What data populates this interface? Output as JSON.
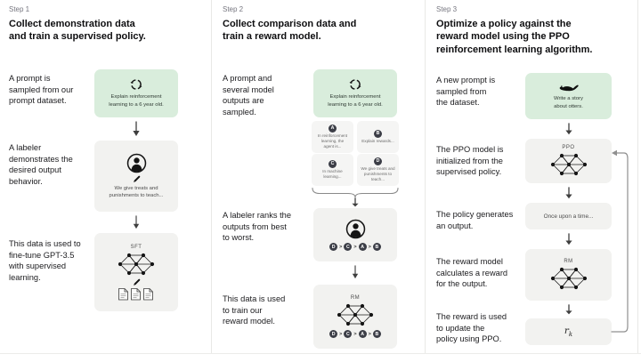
{
  "colors": {
    "prompt_box_green": "#d9eddc",
    "model_box_gray": "#f2f2f0",
    "badge_dark": "#3c3e47",
    "heading_text": "#0e0e10",
    "divider": "#e8e8e6"
  },
  "icons": {
    "prompt_sampling": "cycle-icon",
    "labeler": "person-icon",
    "writing": "pencil-icon",
    "model": "neural-network-icon",
    "training_data": "documents-icon",
    "otter_prompt": "otter-icon",
    "flow": "down-arrow-icon",
    "loop": "feedback-loop-arrow-icon"
  },
  "steps": [
    {
      "label": "Step 1",
      "heading": "Collect demonstration data\nand train a supervised policy.",
      "captions": {
        "prompt": "A prompt is\nsampled from our\nprompt dataset.",
        "labeler": "A labeler\ndemonstrates the\ndesired output\nbehavior.",
        "finetune": "This data is used to\nfine-tune GPT-3.5\nwith supervised\nlearning."
      },
      "box": {
        "prompt_text": "Explain reinforcement\nlearning to a 6 year old.",
        "labeler_note": "We give treats and\npunishments to teach...",
        "model_label": "SFT"
      }
    },
    {
      "label": "Step 2",
      "heading": "Collect comparison data and\ntrain a reward model.",
      "captions": {
        "prompt": "A prompt and\nseveral model\noutputs are\nsampled.",
        "rank": "A labeler ranks the\noutputs from best\nto worst.",
        "train": "This data is used\nto train our\nreward model."
      },
      "box": {
        "prompt_text": "Explain reinforcement\nlearning to a 6 year old.",
        "outputs": [
          {
            "letter": "A",
            "text": "In reinforcement\nlearning, the\nagent is..."
          },
          {
            "letter": "B",
            "text": "Explain rewards..."
          },
          {
            "letter": "C",
            "text": "In machine\nlearning..."
          },
          {
            "letter": "D",
            "text": "We give treats and\npunishments to\nteach..."
          }
        ],
        "ranking": [
          "D",
          "C",
          "A",
          "B"
        ],
        "ranking_separator": ">",
        "model_label": "RM"
      }
    },
    {
      "label": "Step 3",
      "heading": "Optimize a policy against the\nreward model using the PPO\nreinforcement learning algorithm.",
      "captions": {
        "prompt": "A new prompt is\nsampled from\nthe dataset.",
        "init": "The PPO model is\ninitialized from the\nsupervised policy.",
        "output": "The policy generates\nan output.",
        "reward": "The reward model\ncalculates a reward\nfor the output.",
        "update": "The reward is used\nto update the\npolicy using PPO."
      },
      "box": {
        "prompt_text": "Write a story\nabout otters.",
        "policy_label": "PPO",
        "output_text": "Once upon a time...",
        "model_label": "RM",
        "reward_main": "r",
        "reward_sub": "k"
      }
    }
  ]
}
